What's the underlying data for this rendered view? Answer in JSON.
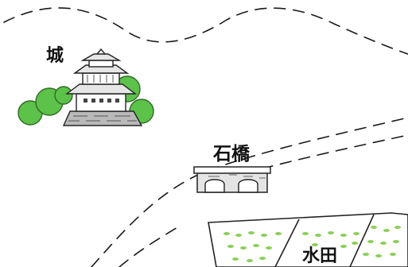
{
  "map": {
    "labels": {
      "castle": "城",
      "stone_bridge": "石橋",
      "paddy_field": "水田"
    },
    "colors": {
      "background": "#ffffff",
      "road_dash": "#1a1a1a",
      "tree_green": "#5cc24a",
      "stone_gray": "#b9b9b9",
      "ink": "#222222"
    },
    "icons": [
      "castle-icon",
      "stone-bridge-icon",
      "paddy-field-icon",
      "tree-icon"
    ]
  }
}
